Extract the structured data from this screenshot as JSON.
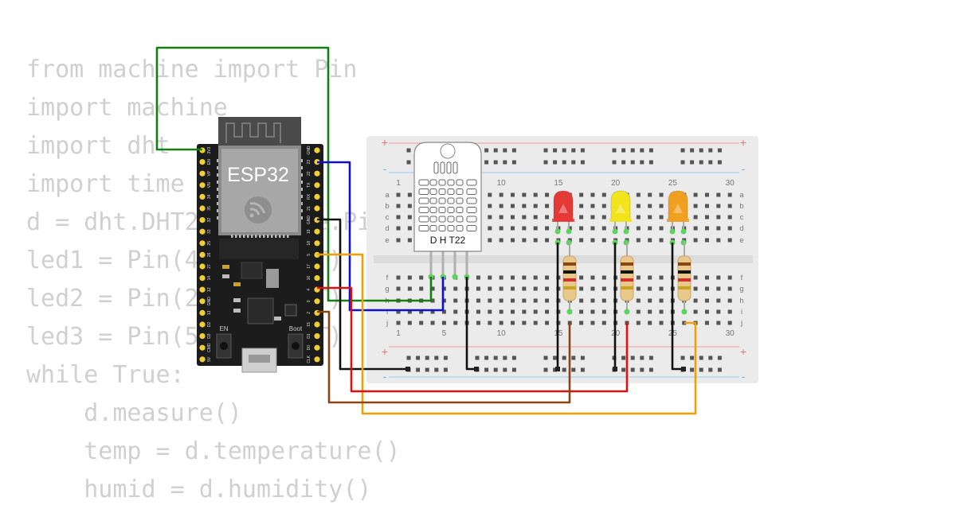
{
  "code_lines": [
    "from machine import Pin",
    "import machine",
    "import dht",
    "import time",
    "d = dht.DHT22(machine.Pin(15))",
    "led1 = Pin(4, Pin.OUT)",
    "led2 = Pin(2, Pin.OUT)",
    "led3 = Pin(5, Pin.OUT)",
    "while True:",
    "    d.measure()",
    "    temp = d.temperature()",
    "    humid = d.humidity()"
  ],
  "esp32": {
    "label": "ESP32",
    "en_label": "EN",
    "boot_label": "Boot",
    "left_pins": [
      "3V3",
      "EN",
      "VP",
      "VN",
      "34",
      "35",
      "32",
      "33",
      "25",
      "26",
      "27",
      "14",
      "12",
      "GND",
      "13",
      "D2",
      "D3",
      "CMD",
      "5V"
    ],
    "right_pins": [
      "GND",
      "23",
      "22",
      "TX",
      "RX",
      "21",
      "GND",
      "19",
      "18",
      "5",
      "17",
      "16",
      "4",
      "0",
      "2",
      "15",
      "D1",
      "D0",
      "CLK"
    ]
  },
  "breadboard": {
    "plus_label": "+",
    "minus_label": "-",
    "column_numbers": [
      "1",
      "5",
      "10",
      "15",
      "20",
      "25",
      "30"
    ],
    "rows_top": [
      "a",
      "b",
      "c",
      "d",
      "e"
    ],
    "rows_bottom": [
      "f",
      "g",
      "h",
      "i",
      "j"
    ]
  },
  "sensor": {
    "label": "D H T22"
  },
  "leds": [
    {
      "color": "#e53935",
      "name": "red"
    },
    {
      "color": "#f2e41a",
      "name": "yellow"
    },
    {
      "color": "#f0a020",
      "name": "orange"
    }
  ],
  "colors": {
    "wire_green": "#108010",
    "wire_blue": "#1010cc",
    "wire_black": "#111111",
    "wire_red": "#dd1111",
    "wire_brown": "#8b4513",
    "wire_orange": "#f0a000",
    "board": "#1c1c1c",
    "pin_yellow": "#f0d030",
    "breadboard": "#ebebeb"
  }
}
